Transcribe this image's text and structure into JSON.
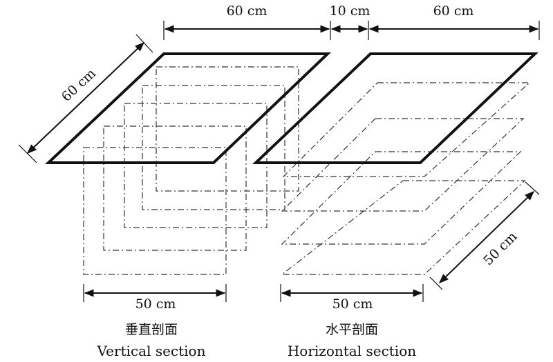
{
  "dimensions": {
    "top_left": "60 cm",
    "top_gap": "10 cm",
    "top_right": "60 cm",
    "diag_left": "60 cm",
    "bottom_left": "50 cm",
    "bottom_right": "50 cm",
    "diag_right": "50 cm"
  },
  "captions": {
    "vertical_cn": "垂直剖面",
    "vertical_en": "Vertical section",
    "horizontal_cn": "水平剖面",
    "horizontal_en": "Horizontal section"
  }
}
